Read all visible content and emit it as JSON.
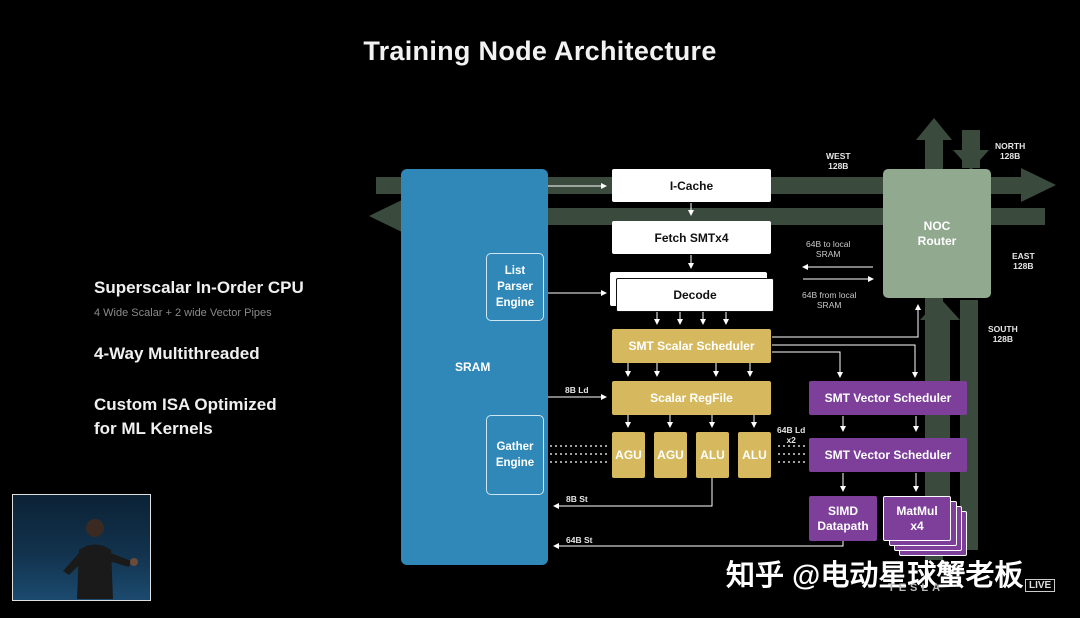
{
  "title": "Training Node Architecture",
  "bullets": {
    "item1": "Superscalar In-Order CPU",
    "item1_sub": "4 Wide Scalar + 2 wide Vector Pipes",
    "item2": "4-Way Multithreaded",
    "item3_line1": "Custom ISA Optimized",
    "item3_line2": "for ML Kernels"
  },
  "diagram": {
    "sram": "SRAM",
    "list_parser": [
      "List",
      "Parser",
      "Engine"
    ],
    "gather": [
      "Gather",
      "Engine"
    ],
    "icache": "I-Cache",
    "fetch": "Fetch  SMTx4",
    "decode": "Decode",
    "scalar_scheduler": "SMT Scalar Scheduler",
    "scalar_regfile": "Scalar RegFile",
    "agu1": "AGU",
    "agu2": "AGU",
    "alu1": "ALU",
    "alu2": "ALU",
    "vector_scheduler_1": "SMT Vector Scheduler",
    "vector_scheduler_2": "SMT Vector Scheduler",
    "simd": [
      "SIMD",
      "Datapath"
    ],
    "matmul": [
      "MatMul",
      "x4"
    ],
    "noc": [
      "NOC",
      "Router"
    ],
    "west": [
      "WEST",
      "128B"
    ],
    "north": [
      "NORTH",
      "128B"
    ],
    "east": [
      "EAST",
      "128B"
    ],
    "south": [
      "SOUTH",
      "128B"
    ],
    "to_local": [
      "64B to local",
      "SRAM"
    ],
    "from_local": [
      "64B from local",
      "SRAM"
    ],
    "ld_8b": "8B Ld",
    "ld_64b": [
      "64B Ld",
      "x2"
    ],
    "st_8b": "8B St",
    "st_64b": "64B St"
  },
  "watermark": "知乎 @电动星球蟹老板",
  "footer": {
    "brand": "TESLA",
    "live_badge": "LIVE"
  },
  "colors": {
    "sram": "#2f88b8",
    "scalar": "#d6b95e",
    "vector": "#7d3f9a",
    "noc": "#90a98f",
    "bus": "#3a4a3d"
  }
}
